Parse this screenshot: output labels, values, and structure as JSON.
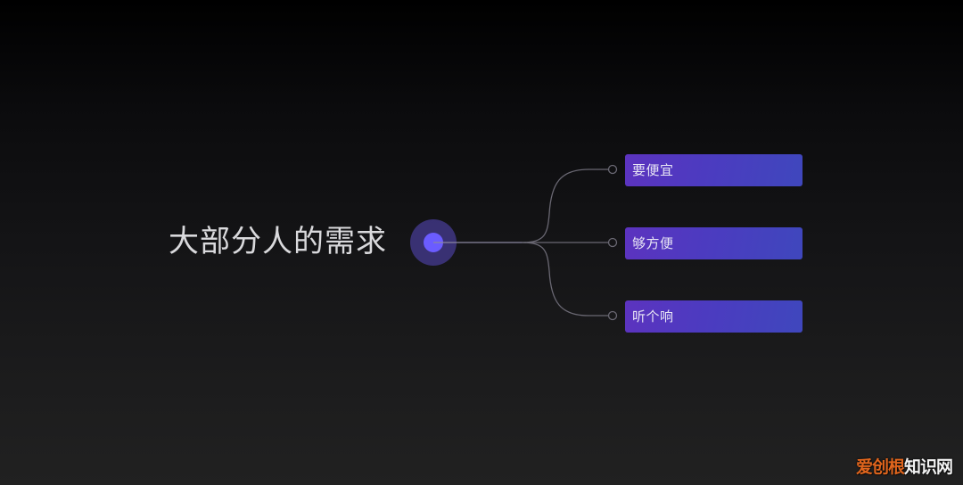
{
  "diagram": {
    "root": {
      "label": "大部分人的需求"
    },
    "branches": [
      {
        "label": "要便宜"
      },
      {
        "label": "够方便"
      },
      {
        "label": "听个响"
      }
    ],
    "colors": {
      "node_outer": "#3b3378",
      "node_inner": "#6b5cff",
      "connector": "#6a6873",
      "box_gradient_start": "#5c33bf",
      "box_gradient_end": "#3f47bd",
      "title_text": "#d9d9dc"
    }
  },
  "watermark": {
    "part1": "爱创根",
    "part2": "知识网"
  }
}
